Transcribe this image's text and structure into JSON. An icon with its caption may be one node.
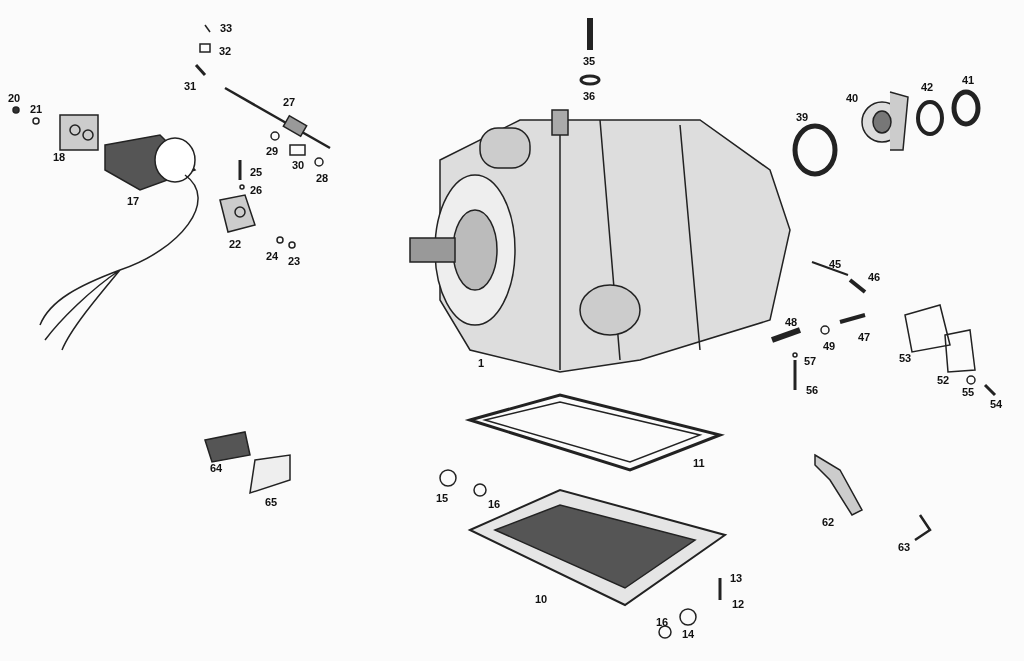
{
  "diagram": {
    "labels": [
      "33",
      "32",
      "35",
      "31",
      "27",
      "36",
      "20",
      "21",
      "40",
      "42",
      "41",
      "39",
      "18",
      "29",
      "30",
      "28",
      "25",
      "17",
      "26",
      "22",
      "24",
      "23",
      "45",
      "46",
      "47",
      "48",
      "53",
      "49",
      "57",
      "1",
      "52",
      "55",
      "56",
      "54",
      "11",
      "64",
      "15",
      "16",
      "65",
      "62",
      "63",
      "13",
      "10",
      "12",
      "16",
      "14"
    ]
  }
}
